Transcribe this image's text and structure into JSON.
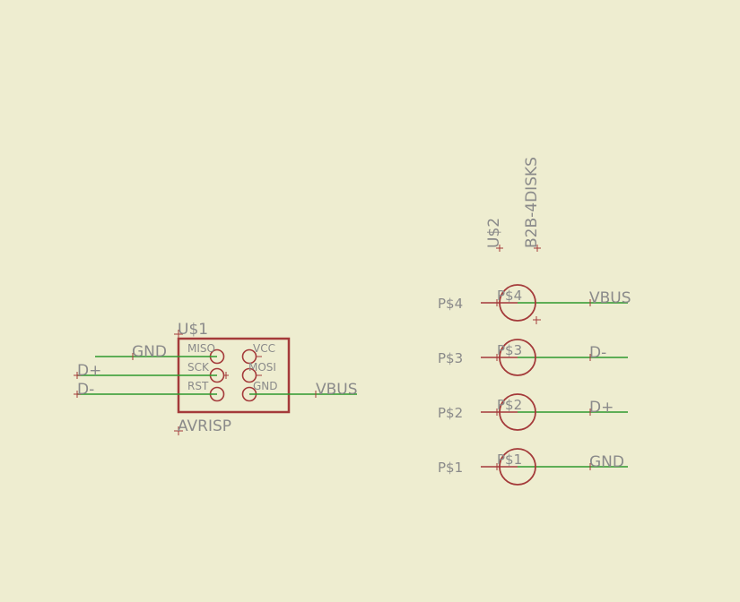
{
  "u1": {
    "name": "U$1",
    "value": "AVRISP",
    "pins": {
      "miso": "MISO",
      "sck": "SCK",
      "rst": "RST",
      "vcc": "VCC",
      "mosi": "MOSI",
      "gnd": "GND"
    },
    "nets": {
      "gnd": "GND",
      "dplus": "D+",
      "dminus": "D-",
      "vbus": "VBUS"
    }
  },
  "u2": {
    "name": "U$2",
    "value": "B2B-4DISKS",
    "pads": [
      {
        "side_label": "P$4",
        "pad_label": "P$4",
        "net": "VBUS"
      },
      {
        "side_label": "P$3",
        "pad_label": "P$3",
        "net": "D-"
      },
      {
        "side_label": "P$2",
        "pad_label": "P$2",
        "net": "D+"
      },
      {
        "side_label": "P$1",
        "pad_label": "P$1",
        "net": "GND"
      }
    ]
  },
  "colors": {
    "background": "#EEEDD0",
    "wire": "#2E9A2E",
    "part": "#A43A3A",
    "text": "#8A8A8A"
  }
}
